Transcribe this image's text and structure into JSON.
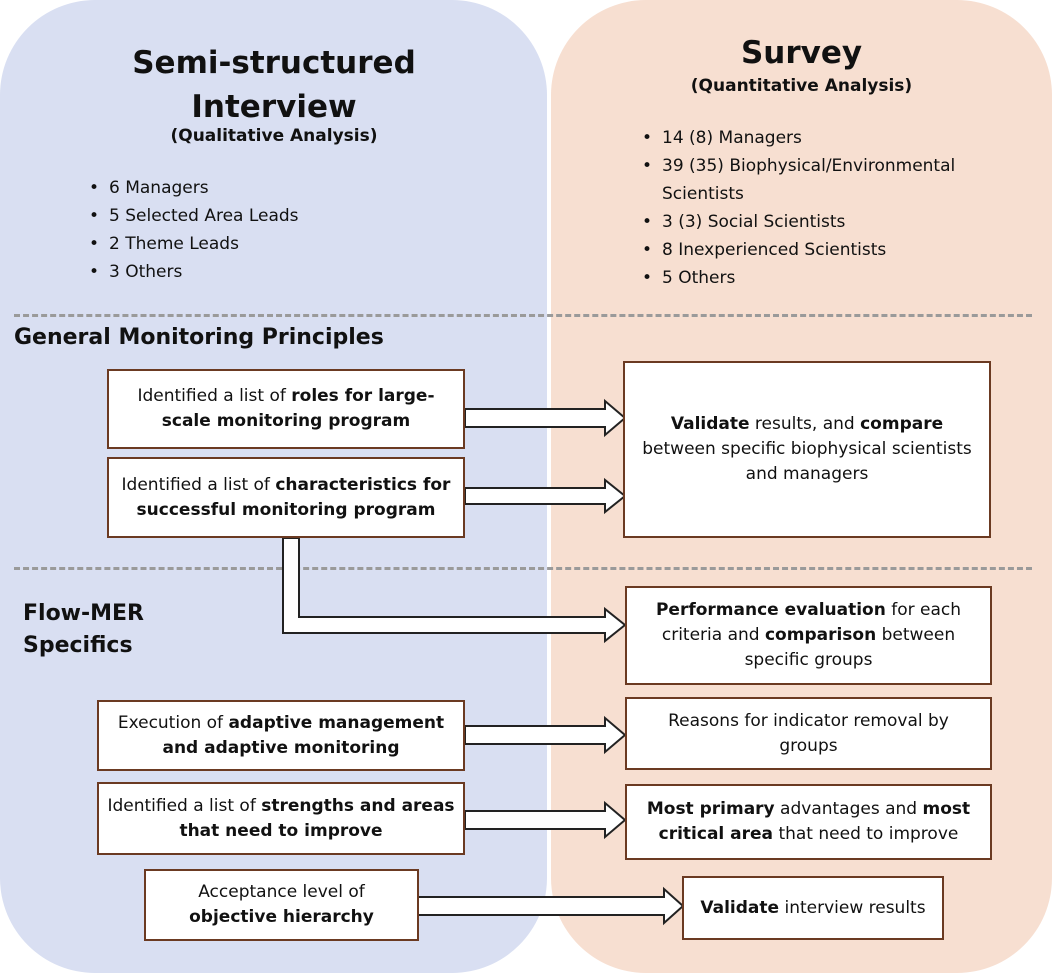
{
  "left_panel": {
    "title": "Semi-structured Interview",
    "subtitle": "(Qualitative Analysis)",
    "bullets": [
      "6 Managers",
      "5 Selected Area Leads",
      "2 Theme Leads",
      "3 Others"
    ]
  },
  "right_panel": {
    "title": "Survey",
    "subtitle": "(Quantitative Analysis)",
    "bullets": [
      "14 (8) Managers",
      "39 (35) Biophysical/Environmental Scientists",
      "3 (3) Social Scientists",
      "8 Inexperienced Scientists",
      "5 Others"
    ]
  },
  "sections": {
    "general": "General Monitoring Principles",
    "flow": "Flow-MER Specifics"
  },
  "boxes": {
    "roles": [
      {
        "t": "Identified a list of ",
        "b": false
      },
      {
        "t": "roles for large-scale monitoring program",
        "b": true
      }
    ],
    "characteristics": [
      {
        "t": "Identified a list of ",
        "b": false
      },
      {
        "t": "characteristics for successful monitoring program",
        "b": true
      }
    ],
    "validate_compare": [
      {
        "t": "Validate",
        "b": true
      },
      {
        "t": " results, and ",
        "b": false
      },
      {
        "t": "compare",
        "b": true
      },
      {
        "t": " between specific biophysical scientists and managers",
        "b": false
      }
    ],
    "performance": [
      {
        "t": "Performance evaluation",
        "b": true
      },
      {
        "t": " for each criteria and ",
        "b": false
      },
      {
        "t": "comparison",
        "b": true
      },
      {
        "t": " between specific groups",
        "b": false
      }
    ],
    "adaptive": [
      {
        "t": "Execution of ",
        "b": false
      },
      {
        "t": "adaptive management and adaptive monitoring",
        "b": true
      }
    ],
    "reasons": [
      {
        "t": "Reasons for indicator removal by groups",
        "b": false
      }
    ],
    "strengths": [
      {
        "t": "Identified a list of ",
        "b": false
      },
      {
        "t": "strengths and areas that need to improve",
        "b": true
      }
    ],
    "advantages": [
      {
        "t": "Most primary",
        "b": true
      },
      {
        "t": " advantages and ",
        "b": false
      },
      {
        "t": "most critical area",
        "b": true
      },
      {
        "t": " that need to improve",
        "b": false
      }
    ],
    "acceptance": [
      {
        "t": "Acceptance level of ",
        "b": false
      },
      {
        "t": "objective hierarchy",
        "b": true
      }
    ],
    "validate_interview": [
      {
        "t": "Validate",
        "b": true
      },
      {
        "t": " interview results",
        "b": false
      }
    ]
  }
}
